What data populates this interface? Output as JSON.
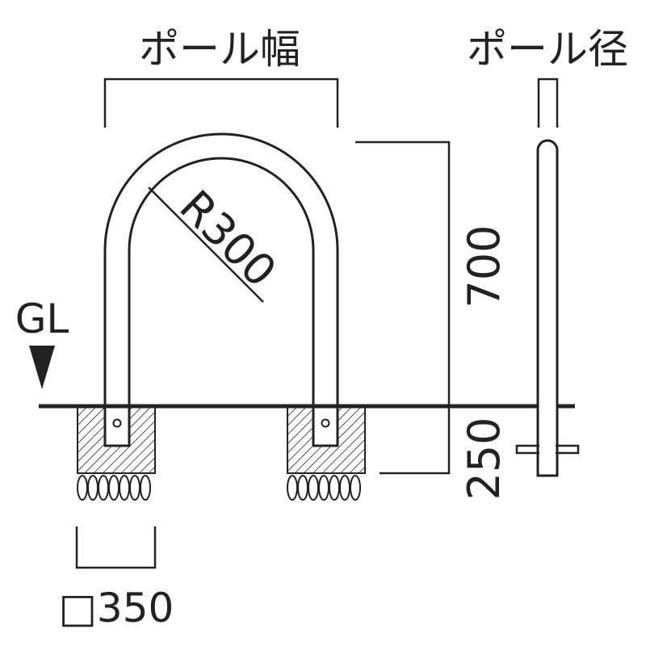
{
  "labels": {
    "pole_width": "ポール幅",
    "pole_diameter": "ポール径",
    "radius": "R300",
    "height_above_ground": "700",
    "embed_depth": "250",
    "ground_level": "GL",
    "footing_size": "□350"
  },
  "colors": {
    "line": "#222222",
    "background": "#ffffff",
    "pipe_fill": "#ffffff"
  },
  "icons": {
    "ground_marker": "down-triangle-icon"
  }
}
